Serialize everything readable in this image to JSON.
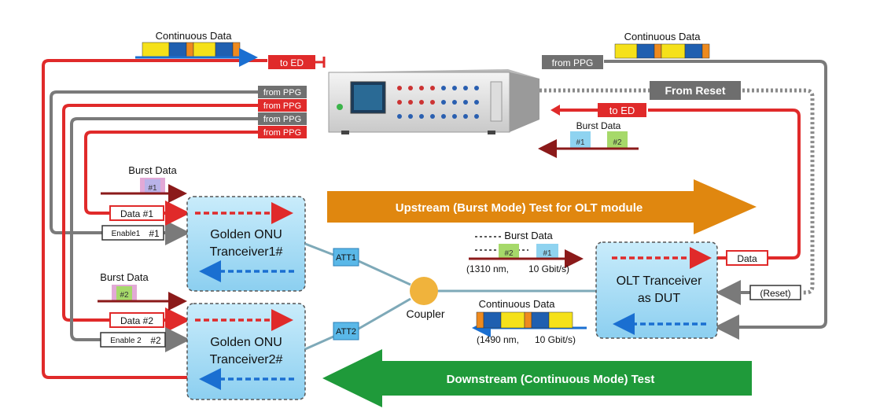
{
  "continuous_data_top_left": "Continuous Data",
  "continuous_data_top_right": "Continuous Data",
  "to_ed_top": "to ED",
  "from_ppg_top_right": "from PPG",
  "from_reset_top": "From Reset",
  "from_ppg_labels": [
    "from PPG",
    "from PPG",
    "from PPG",
    "from PPG"
  ],
  "to_ed_right": "to ED",
  "burst_data_top_right": "Burst Data",
  "burst_packet_1": "#1",
  "burst_packet_2": "#2",
  "burst_data_onu1": "Burst Data",
  "burst_data_onu2": "Burst Data",
  "burst_data_middle": "Burst Data",
  "data1_label": "Data #1",
  "data2_label": "Data #2",
  "enable1_label": "Enable1",
  "enable1_suffix": "#1",
  "enable2_label": "Enable 2",
  "enable2_suffix": "#2",
  "onu1_line1": "Golden ONU",
  "onu1_line2": "Tranceiver1#",
  "onu2_line1": "Golden ONU",
  "onu2_line2": "Tranceiver2#",
  "att1": "ATT1",
  "att2": "ATT2",
  "coupler": "Coupler",
  "upstream_label": "Upstream (Burst Mode)  Test for OLT module",
  "downstream_label": "Downstream (Continuous Mode)  Test",
  "wavelength_up": "(1310 nm,",
  "rate_up": "10 Gbit/s)",
  "continuous_data_middle": "Continuous Data",
  "wavelength_down": "(1490 nm,",
  "rate_down": "10 Gbit/s)",
  "olt_line1": "OLT Tranceiver",
  "olt_line2": "as DUT",
  "data_right": "Data",
  "reset_label": "(Reset)",
  "colors": {
    "red": "#e02a2a",
    "gray": "#7a7a7a",
    "dark_red": "#8b1a1a",
    "blue_box": "#9fd8f5",
    "orange_arrow": "#e0870f",
    "green_arrow": "#1f9a3a",
    "yellow": "#f5e11a",
    "blue_seg": "#1f5fb0",
    "orange_seg": "#ee8a1e",
    "packet_blue": "#8fd3f0",
    "packet_green": "#a6d96a",
    "packet_pink": "#e2a9d6"
  }
}
